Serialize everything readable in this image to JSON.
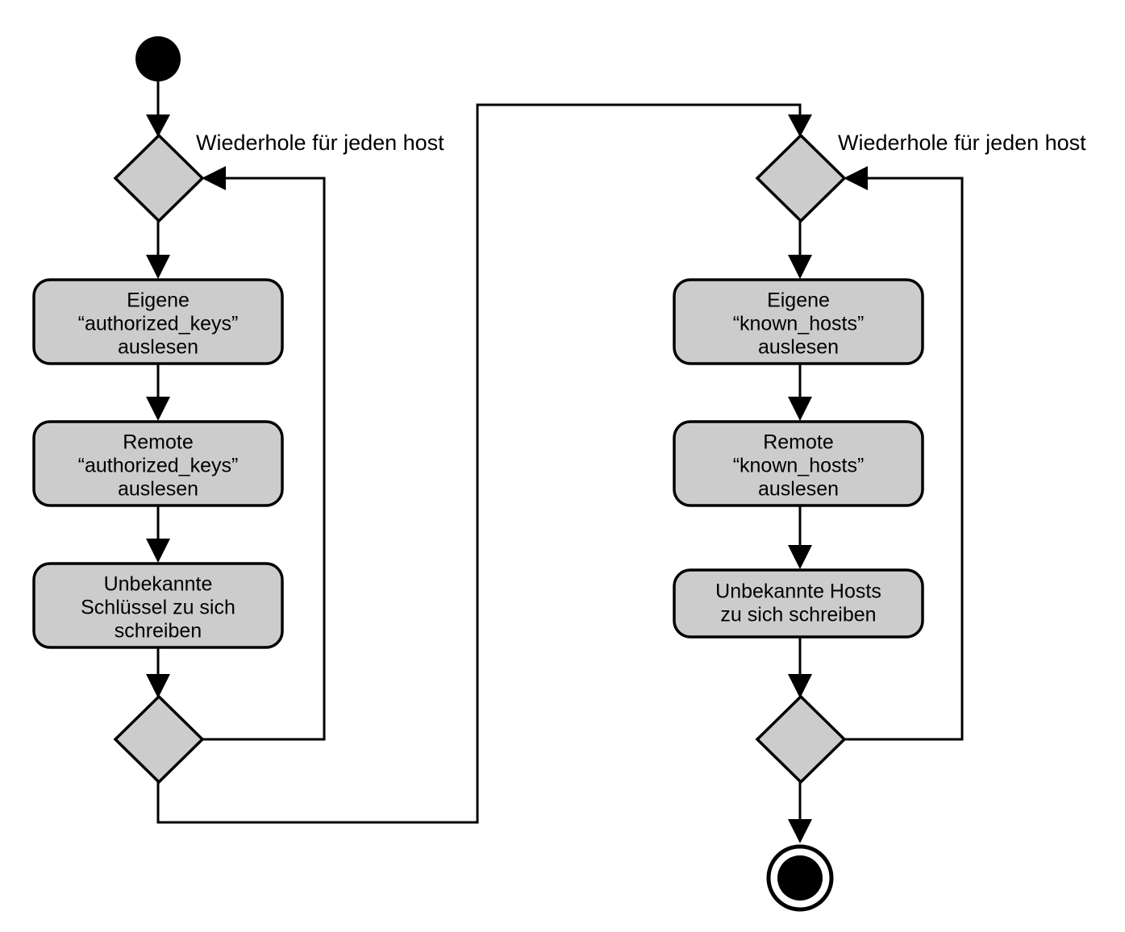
{
  "diagram": {
    "type": "uml-activity-diagram",
    "language": "de",
    "background_color": "#ffffff",
    "node_fill_color": "#cccccc",
    "stroke_color": "#000000",
    "columns": [
      {
        "name": "authorized_keys-flow",
        "loop_label": "Wiederhole für jeden host",
        "start_node": "initial-node",
        "activities": [
          {
            "id": "read-own-authorized-keys",
            "lines": [
              "Eigene",
              "“authorized_keys”",
              "auslesen"
            ]
          },
          {
            "id": "read-remote-authorized-keys",
            "lines": [
              "Remote",
              "“authorized_keys”",
              "auslesen"
            ]
          },
          {
            "id": "write-unknown-keys",
            "lines": [
              "Unbekannte",
              "Schlüssel zu sich",
              "schreiben"
            ]
          }
        ]
      },
      {
        "name": "known_hosts-flow",
        "loop_label": "Wiederhole für jeden host",
        "end_node": "final-node",
        "activities": [
          {
            "id": "read-own-known-hosts",
            "lines": [
              "Eigene",
              "“known_hosts”",
              "auslesen"
            ]
          },
          {
            "id": "read-remote-known-hosts",
            "lines": [
              "Remote",
              "“known_hosts”",
              "auslesen"
            ]
          },
          {
            "id": "write-unknown-hosts",
            "lines": [
              "Unbekannte Hosts",
              "zu sich schreiben"
            ]
          }
        ]
      }
    ]
  }
}
